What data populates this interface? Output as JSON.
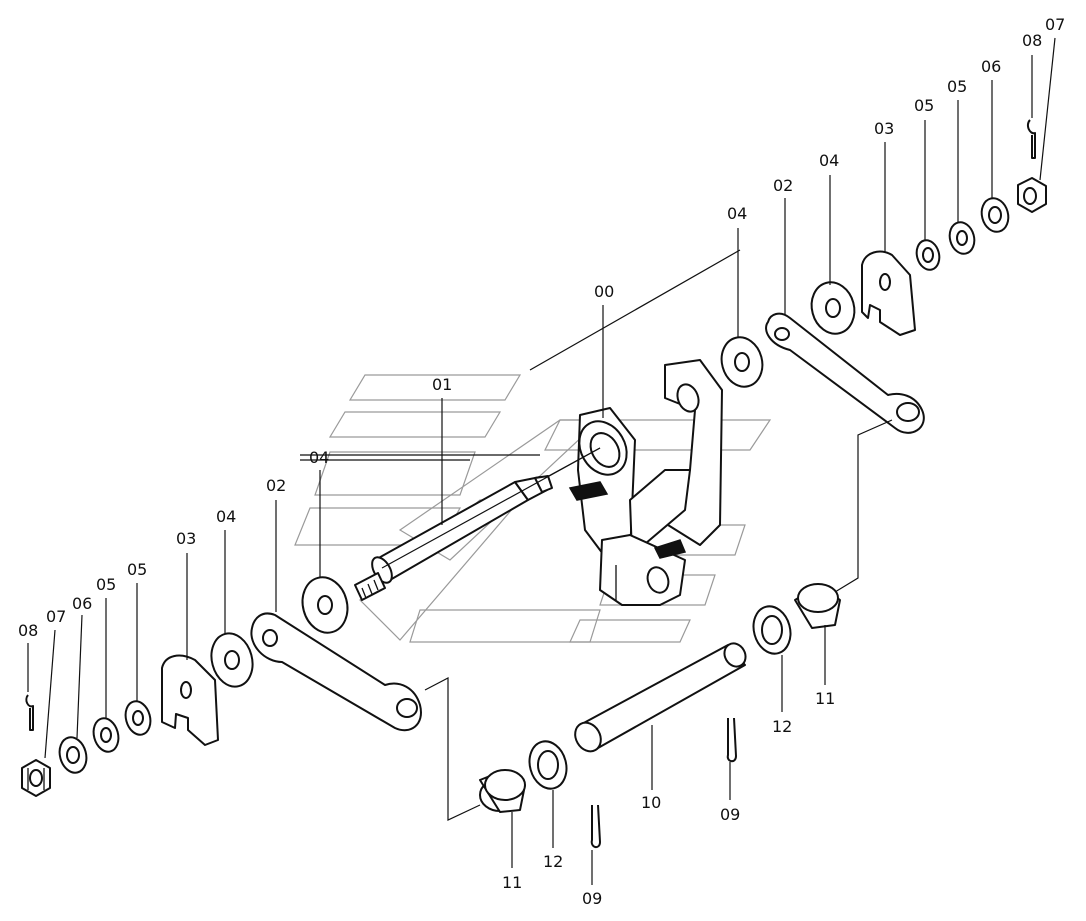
{
  "diagram": {
    "labels": {
      "l00": "00",
      "l01": "01",
      "l02a": "02",
      "l02b": "02",
      "l03a": "03",
      "l03b": "03",
      "l04a": "04",
      "l04b": "04",
      "l04c": "04",
      "l04d": "04",
      "l05a": "05",
      "l05b": "05",
      "l05c": "05",
      "l05d": "05",
      "l06a": "06",
      "l06b": "06",
      "l07a": "07",
      "l07b": "07",
      "l08a": "08",
      "l08b": "08",
      "l09a": "09",
      "l09b": "09",
      "l10": "10",
      "l11a": "11",
      "l11b": "11",
      "l12a": "12",
      "l12b": "12"
    }
  }
}
